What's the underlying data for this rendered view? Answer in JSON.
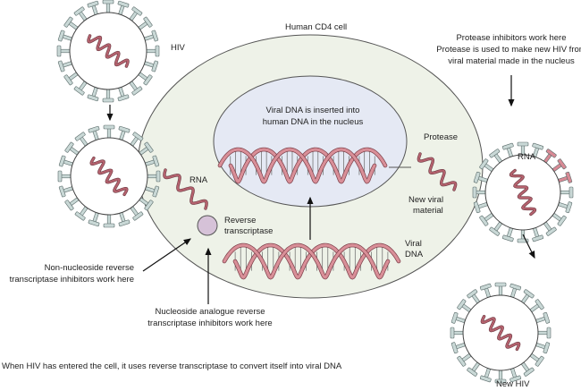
{
  "labels": {
    "hiv": "HIV",
    "cell": "Human CD4 cell",
    "nucleus_line1": "Viral DNA is inserted into",
    "nucleus_line2": "human DNA in the nucleus",
    "rna_left": "RNA",
    "rt_line1": "Reverse",
    "rt_line2": "transcriptase",
    "protease": "Protease",
    "new_viral_line1": "New viral",
    "new_viral_line2": "material",
    "viral_dna_line1": "Viral",
    "viral_dna_line2": "DNA",
    "rna_right": "RNA",
    "new_hiv": "New HIV",
    "protease_inhib_line1": "Protease inhibitors work here",
    "protease_inhib_line2": "Protease is used to make new HIV from",
    "protease_inhib_line3": "viral material made in the nucleus",
    "nnrti_line1": "Non-nucleoside reverse",
    "nnrti_line2": "transcriptase inhibitors work here",
    "nrti_line1": "Nucleoside analogue reverse",
    "nrti_line2": "transcriptase inhibitors work here",
    "caption": "When HIV has entered the cell, it uses reverse transcriptase to convert itself into viral DNA"
  },
  "colors": {
    "spike": "#c9d8d6",
    "spike_protease": "#d88a95",
    "rna": "#b5626e",
    "dna_strand": "#d98f98",
    "cell_fill": "#eef2e8",
    "nucleus_fill": "#e5e9f4",
    "enzyme": "#d6c2d8"
  }
}
